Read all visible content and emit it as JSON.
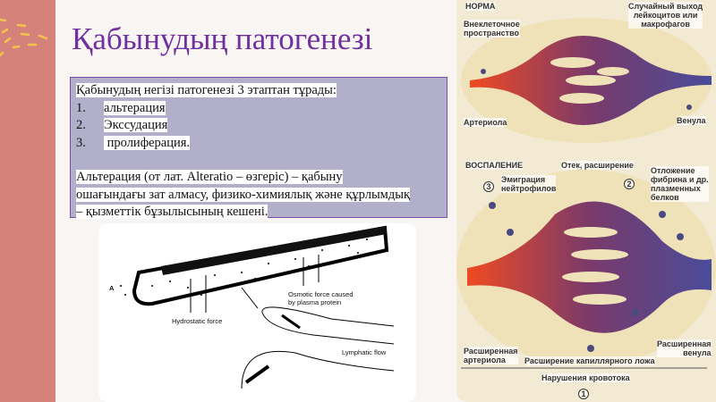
{
  "slide": {
    "title": "Қабынудың патогенезі",
    "accent_color": "#7030a0",
    "strip_color": "#d5837a"
  },
  "textbox": {
    "intro": "Қабынудың негізі патогенезі 3 этаптан тұрады:",
    "stages": [
      {
        "num": "1.",
        "label": "альтерация"
      },
      {
        "num": "2.",
        "label": "Экссудация"
      },
      {
        "num": "3.",
        "label": " пролиферация."
      }
    ],
    "definition_lines": [
      "Альтерация (от лат. Alteratio – өзгеріс) – қабыну",
      "ошағындағы зат алмасу, физико-химиялық және құрлымдық",
      "– қызметтік бұзылысының кешені."
    ]
  },
  "lymph_diagram": {
    "label_a": "A",
    "hydrostatic": "Hydrostatic force",
    "osmotic": [
      "Osmotic force caused",
      "by plasma protein"
    ],
    "lymphatic": "Lymphatic flow"
  },
  "vascular_figure": {
    "norm": "НОРМА",
    "extracellular": [
      "Внеклеточное",
      "пространство"
    ],
    "random_exit": [
      "Случайный выход",
      "лейкоцитов или",
      "макрофагов"
    ],
    "arteriole": "Артериола",
    "venule": "Венула",
    "inflammation": "ВОСПАЛЕНИЕ",
    "edema": "Отек, расширение",
    "marker3": "3",
    "emigration": [
      "Эмиграция",
      "нейтрофилов"
    ],
    "marker2": "2",
    "fibrin": [
      "Отложение",
      "фибрина и др.",
      "плазменных",
      "белков"
    ],
    "dilated_arteriole": [
      "Расширенная",
      "артериола"
    ],
    "dilated_capillary": "Расширение капиллярного ложа",
    "dilated_venule": [
      "Расширенная",
      "венула"
    ],
    "flow_disorder": "Нарушения кровотока",
    "marker1": "1"
  }
}
